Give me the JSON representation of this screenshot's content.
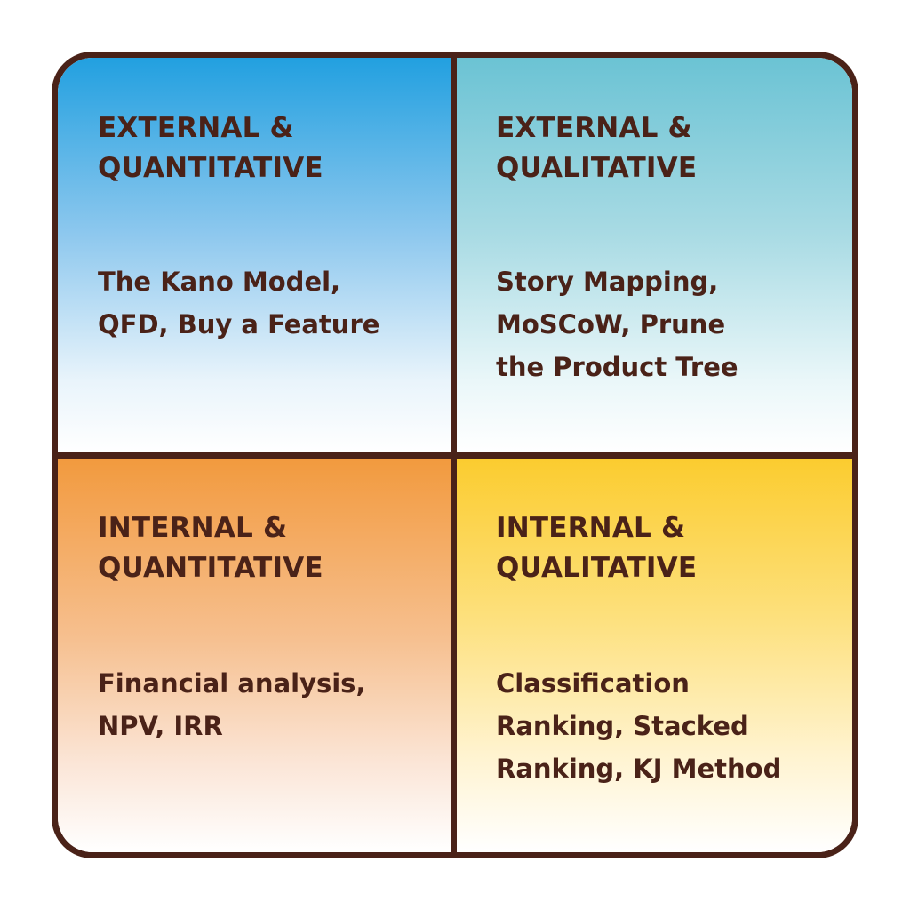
{
  "quadrants": {
    "top_left": {
      "title": "EXTERNAL &\nQUANTITATIVE",
      "methods": "The Kano Model,\nQFD, Buy a Feature"
    },
    "top_right": {
      "title": "EXTERNAL &\nQUALITATIVE",
      "methods": "Story Mapping,\nMoSCoW, Prune\nthe Product Tree"
    },
    "bottom_left": {
      "title": "INTERNAL &\nQUANTITATIVE",
      "methods": "Financial analysis,\nNPV, IRR"
    },
    "bottom_right": {
      "title": "INTERNAL &\nQUALITATIVE",
      "methods": "Classification\nRanking, Stacked\nRanking, KJ Method"
    }
  },
  "colors": {
    "border": "#4a2218",
    "text": "#4a2218",
    "top_left": "#22a0e0",
    "top_right": "#6bc3d4",
    "bottom_left": "#f29a3e",
    "bottom_right": "#fbcc2f"
  }
}
